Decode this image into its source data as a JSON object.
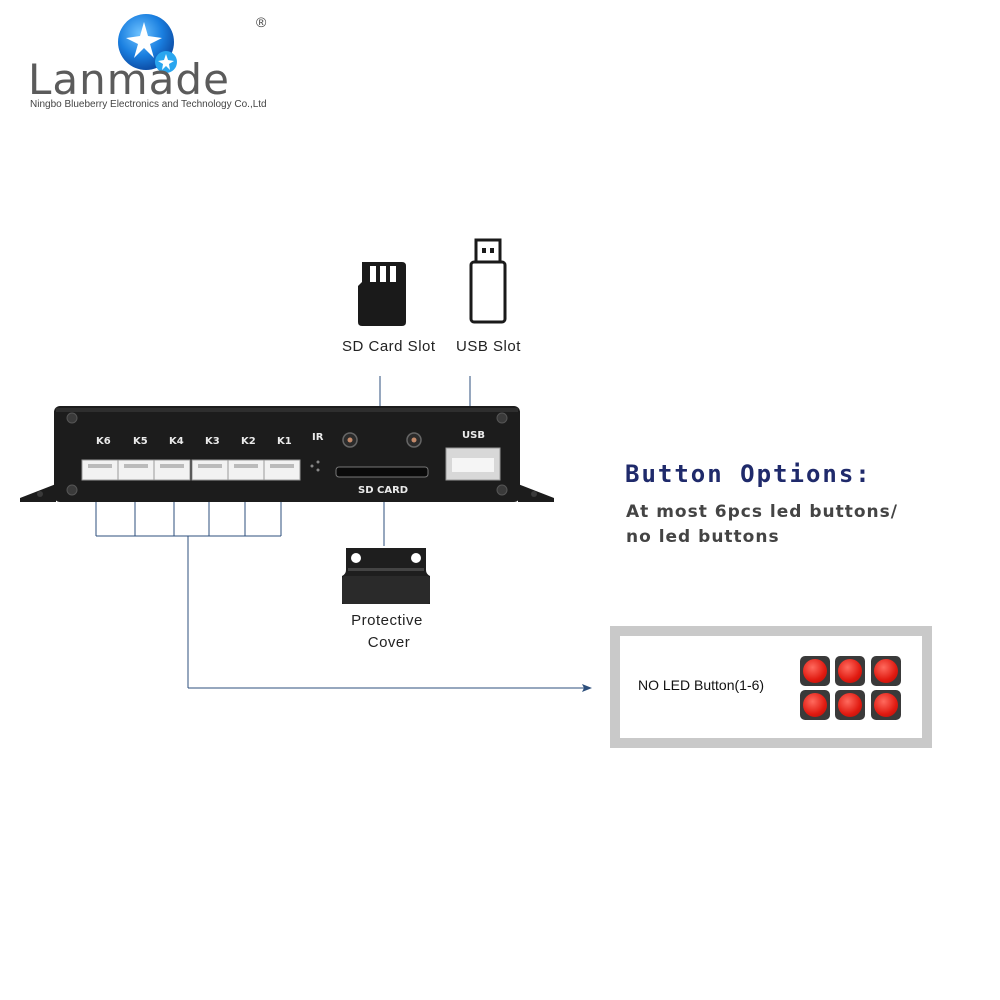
{
  "logo": {
    "brand": "Lanmade",
    "subtitle": "Ningbo Blueberry Electronics and Technology Co.,Ltd",
    "registered": "®",
    "icon": "star-sphere-icon"
  },
  "labels": {
    "sd_card_slot": "SD Card Slot",
    "usb_slot": "USB Slot",
    "protective_cover_line1": "Protective",
    "protective_cover_line2": "Cover"
  },
  "device": {
    "ports": [
      "K6",
      "K5",
      "K4",
      "K3",
      "K2",
      "K1"
    ],
    "ir": "IR",
    "usb": "USB",
    "sd_card": "SD CARD"
  },
  "button_options": {
    "title": "Button Options:",
    "desc_line1": "At most 6pcs led buttons/",
    "desc_line2": "no led buttons",
    "panel_label": "NO LED Button(1-6)",
    "button_count": 6
  },
  "colors": {
    "title_blue": "#1f2a6b",
    "logo_blue": "#1a7fe0",
    "button_red": "#e01a10",
    "device_black": "#1c1c1c",
    "line_blue": "#2d4f7c"
  }
}
